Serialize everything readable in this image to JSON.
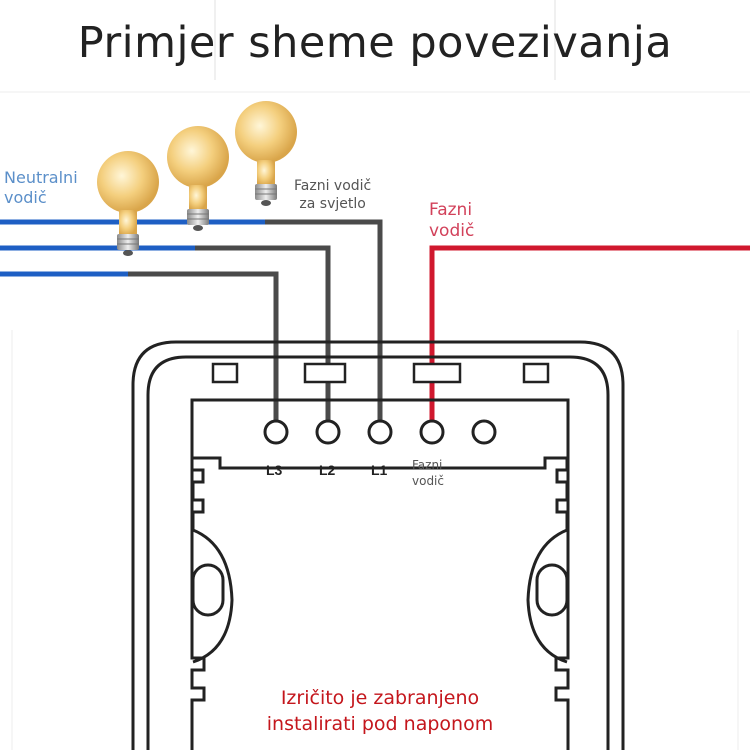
{
  "title": "Primjer sheme povezivanja",
  "labels": {
    "neutral": [
      "Neutralni",
      "vodič"
    ],
    "phase_for_light": [
      "Fazni vodič",
      "za svjetlo"
    ],
    "phase_input": [
      "Fazni",
      "vodič"
    ]
  },
  "terminals": {
    "l3": "L3",
    "l2": "L2",
    "l1": "L1",
    "phase": [
      "Fazni",
      "vodič"
    ]
  },
  "warning": [
    "Izričito je zabranjeno",
    "instalirati pod naponom"
  ],
  "colors": {
    "neutral_wire": "#1e5fc4",
    "phase_wire": "#d0182e",
    "light_wire": "#4a4a4a",
    "neutral_text": "#5b8fc9",
    "phase_text": "#d2415a",
    "warning_text": "#c4161c"
  },
  "icons": [
    "light-bulb-icon",
    "light-bulb-icon",
    "light-bulb-icon"
  ]
}
